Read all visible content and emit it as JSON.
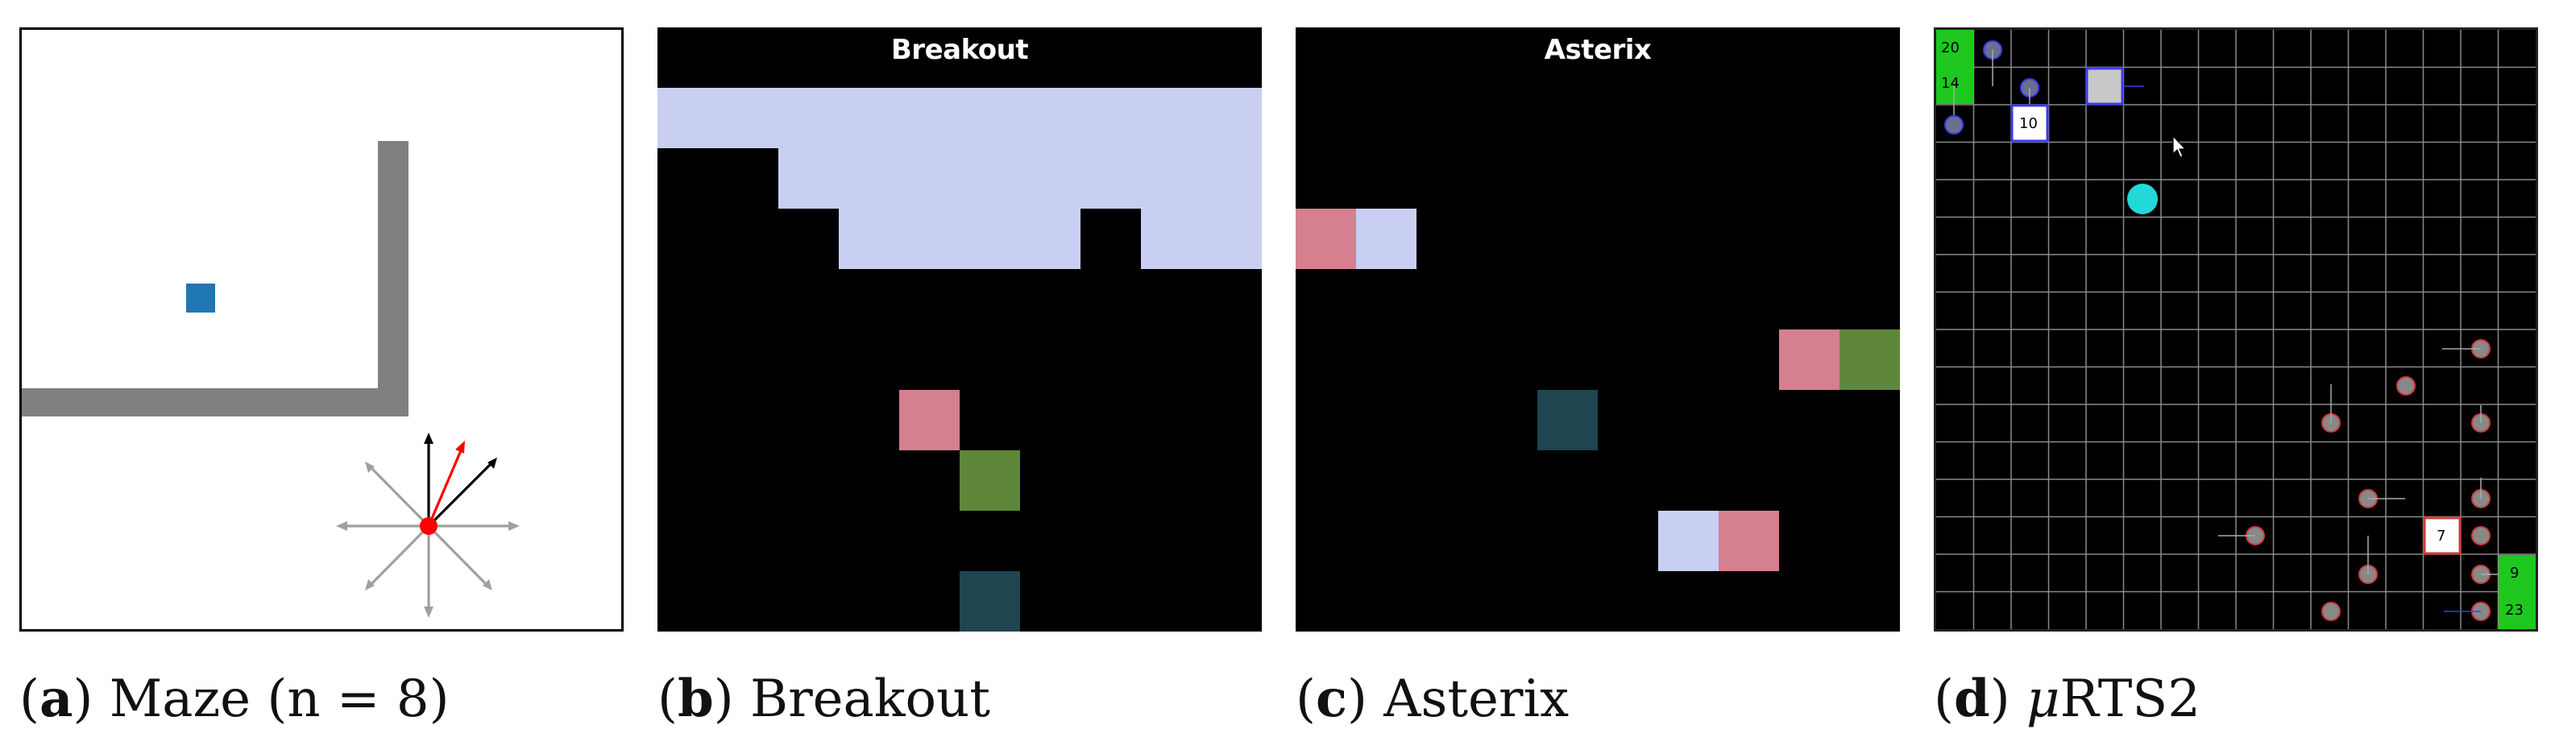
{
  "panels": {
    "maze": {
      "caption_letter": "a",
      "caption_text": "Maze (n = 8)",
      "colors": {
        "agent": "#1f77b4",
        "wall": "#808080",
        "origin": "#ff0000",
        "arrow_primary": "#ff0000",
        "arrow_secondary": "#000000",
        "arrow_other": "#a0a0a0"
      }
    },
    "breakout": {
      "caption_letter": "b",
      "caption_text": "Breakout",
      "title": "Breakout",
      "colors": {
        "bricks": "#c8cff2",
        "ball_previous": "#d4808f",
        "ball_current": "#5f873a",
        "paddle": "#1f4551"
      }
    },
    "asterix": {
      "caption_letter": "c",
      "caption_text": "Asterix",
      "title": "Asterix",
      "colors": {
        "light": "#c8cff2",
        "pink": "#d4808f",
        "green": "#5f873a",
        "teal": "#1f4551"
      }
    },
    "urts": {
      "caption_letter": "d",
      "caption_text_prefix": "μ",
      "caption_text": "RTS2",
      "labels": {
        "base_top_a": "20",
        "base_top_b": "14",
        "barracks_top": "10",
        "barracks_bottom": "7",
        "base_bottom_a": "9",
        "base_bottom_b": "23"
      },
      "colors": {
        "grid": "#8a8a8a",
        "base": "#1ec81e",
        "resource": "#22d8d8",
        "player_blue": "#3a3af0",
        "player_red": "#d23a3a",
        "unit": "#888888"
      }
    }
  }
}
